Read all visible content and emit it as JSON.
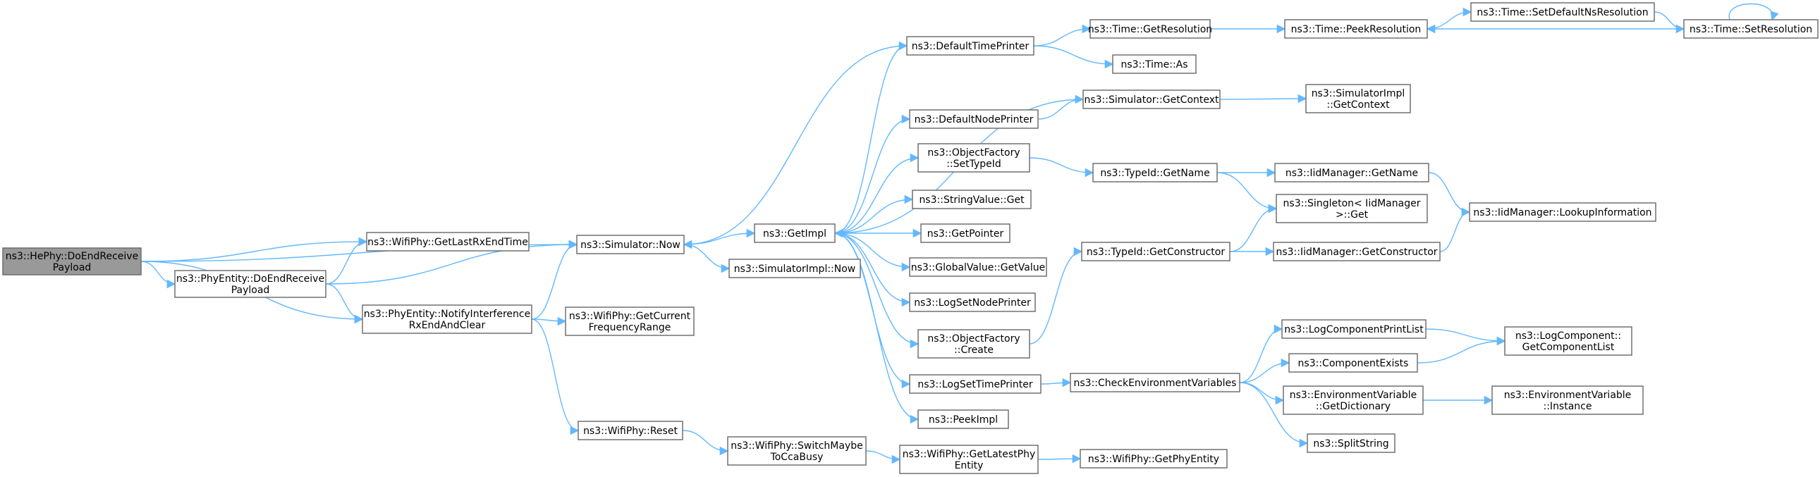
{
  "diagram": {
    "type": "call-graph",
    "colors": {
      "edge": "#63b8ff",
      "node_border": "#666666",
      "root_fill": "#999999",
      "node_fill": "#ffffff"
    },
    "nodes": [
      {
        "id": "root",
        "lines": [
          "ns3::HePhy::DoEndReceive",
          "Payload"
        ],
        "root": true
      },
      {
        "id": "lastRx",
        "lines": [
          "ns3::WifiPhy::GetLastRxEndTime"
        ]
      },
      {
        "id": "peDoEnd",
        "lines": [
          "ns3::PhyEntity::DoEndReceive",
          "Payload"
        ]
      },
      {
        "id": "peNotify",
        "lines": [
          "ns3::PhyEntity::NotifyInterference",
          "RxEndAndClear"
        ]
      },
      {
        "id": "simNow",
        "lines": [
          "ns3::Simulator::Now"
        ]
      },
      {
        "id": "freqRange",
        "lines": [
          "ns3::WifiPhy::GetCurrent",
          "FrequencyRange"
        ]
      },
      {
        "id": "reset",
        "lines": [
          "ns3::WifiPhy::Reset"
        ]
      },
      {
        "id": "switchCca",
        "lines": [
          "ns3::WifiPhy::SwitchMaybe",
          "ToCcaBusy"
        ]
      },
      {
        "id": "latestPhy",
        "lines": [
          "ns3::WifiPhy::GetLatestPhy",
          "Entity"
        ]
      },
      {
        "id": "phyEntity",
        "lines": [
          "ns3::WifiPhy::GetPhyEntity"
        ]
      },
      {
        "id": "getImpl",
        "lines": [
          "ns3::GetImpl"
        ]
      },
      {
        "id": "simImplNow",
        "lines": [
          "ns3::SimulatorImpl::Now"
        ]
      },
      {
        "id": "defTime",
        "lines": [
          "ns3::DefaultTimePrinter"
        ]
      },
      {
        "id": "defNode",
        "lines": [
          "ns3::DefaultNodePrinter"
        ]
      },
      {
        "id": "setTypeId",
        "lines": [
          "ns3::ObjectFactory",
          "::SetTypeId"
        ]
      },
      {
        "id": "strGet",
        "lines": [
          "ns3::StringValue::Get"
        ]
      },
      {
        "id": "getPointer",
        "lines": [
          "ns3::GetPointer"
        ]
      },
      {
        "id": "globalGet",
        "lines": [
          "ns3::GlobalValue::GetValue"
        ]
      },
      {
        "id": "logNode",
        "lines": [
          "ns3::LogSetNodePrinter"
        ]
      },
      {
        "id": "ofCreate",
        "lines": [
          "ns3::ObjectFactory",
          "::Create"
        ]
      },
      {
        "id": "logTime",
        "lines": [
          "ns3::LogSetTimePrinter"
        ]
      },
      {
        "id": "peekImpl",
        "lines": [
          "ns3::PeekImpl"
        ]
      },
      {
        "id": "timeGetRes",
        "lines": [
          "ns3::Time::GetResolution"
        ]
      },
      {
        "id": "timeAs",
        "lines": [
          "ns3::Time::As"
        ]
      },
      {
        "id": "simGetCtx",
        "lines": [
          "ns3::Simulator::GetContext"
        ]
      },
      {
        "id": "typeGetName",
        "lines": [
          "ns3::TypeId::GetName"
        ]
      },
      {
        "id": "typeGetCtor",
        "lines": [
          "ns3::TypeId::GetConstructor"
        ]
      },
      {
        "id": "checkEnv",
        "lines": [
          "ns3::CheckEnvironmentVariables"
        ]
      },
      {
        "id": "peekRes",
        "lines": [
          "ns3::Time::PeekResolution"
        ]
      },
      {
        "id": "setDefNs",
        "lines": [
          "ns3::Time::SetDefaultNsResolution"
        ]
      },
      {
        "id": "setRes",
        "lines": [
          "ns3::Time::SetResolution"
        ]
      },
      {
        "id": "implGetCtx",
        "lines": [
          "ns3::SimulatorImpl",
          "::GetContext"
        ]
      },
      {
        "id": "iidGetName",
        "lines": [
          "ns3::IidManager::GetName"
        ]
      },
      {
        "id": "singleton",
        "lines": [
          "ns3::Singleton< IidManager",
          " >::Get"
        ]
      },
      {
        "id": "iidGetCtor",
        "lines": [
          "ns3::IidManager::GetConstructor"
        ]
      },
      {
        "id": "lookup",
        "lines": [
          "ns3::IidManager::LookupInformation"
        ]
      },
      {
        "id": "logPrintList",
        "lines": [
          "ns3::LogComponentPrintList"
        ]
      },
      {
        "id": "compExists",
        "lines": [
          "ns3::ComponentExists"
        ]
      },
      {
        "id": "envDict",
        "lines": [
          "ns3::EnvironmentVariable",
          "::GetDictionary"
        ]
      },
      {
        "id": "splitStr",
        "lines": [
          "ns3::SplitString"
        ]
      },
      {
        "id": "compList",
        "lines": [
          "ns3::LogComponent::",
          "GetComponentList"
        ]
      },
      {
        "id": "envInst",
        "lines": [
          "ns3::EnvironmentVariable",
          "::Instance"
        ]
      }
    ],
    "edges": [
      [
        "root",
        "simNow"
      ],
      [
        "root",
        "lastRx"
      ],
      [
        "root",
        "peDoEnd"
      ],
      [
        "root",
        "peNotify"
      ],
      [
        "peDoEnd",
        "lastRx"
      ],
      [
        "peDoEnd",
        "simNow"
      ],
      [
        "peDoEnd",
        "peNotify"
      ],
      [
        "peNotify",
        "simNow"
      ],
      [
        "peNotify",
        "freqRange"
      ],
      [
        "peNotify",
        "reset"
      ],
      [
        "reset",
        "switchCca"
      ],
      [
        "switchCca",
        "latestPhy"
      ],
      [
        "latestPhy",
        "phyEntity"
      ],
      [
        "simNow",
        "getImpl"
      ],
      [
        "simNow",
        "simImplNow"
      ],
      [
        "defTime",
        "simNow"
      ],
      [
        "defTime",
        "timeGetRes"
      ],
      [
        "defTime",
        "timeAs"
      ],
      [
        "getImpl",
        "defTime"
      ],
      [
        "getImpl",
        "defNode"
      ],
      [
        "getImpl",
        "setTypeId"
      ],
      [
        "getImpl",
        "strGet"
      ],
      [
        "getImpl",
        "getPointer"
      ],
      [
        "getImpl",
        "globalGet"
      ],
      [
        "getImpl",
        "logNode"
      ],
      [
        "getImpl",
        "ofCreate"
      ],
      [
        "getImpl",
        "logTime"
      ],
      [
        "getImpl",
        "peekImpl"
      ],
      [
        "simGetCtx",
        "getImpl"
      ],
      [
        "defNode",
        "simGetCtx"
      ],
      [
        "simGetCtx",
        "implGetCtx"
      ],
      [
        "timeGetRes",
        "peekRes"
      ],
      [
        "peekRes",
        "setDefNs"
      ],
      [
        "setDefNs",
        "setRes"
      ],
      [
        "setRes",
        "peekRes"
      ],
      [
        "setRes",
        "setRes"
      ],
      [
        "setTypeId",
        "typeGetName"
      ],
      [
        "typeGetName",
        "iidGetName"
      ],
      [
        "typeGetName",
        "singleton"
      ],
      [
        "iidGetName",
        "lookup"
      ],
      [
        "ofCreate",
        "typeGetCtor"
      ],
      [
        "typeGetCtor",
        "singleton"
      ],
      [
        "typeGetCtor",
        "iidGetCtor"
      ],
      [
        "iidGetCtor",
        "lookup"
      ],
      [
        "logTime",
        "checkEnv"
      ],
      [
        "checkEnv",
        "logPrintList"
      ],
      [
        "checkEnv",
        "compExists"
      ],
      [
        "checkEnv",
        "envDict"
      ],
      [
        "checkEnv",
        "splitStr"
      ],
      [
        "logPrintList",
        "compList"
      ],
      [
        "compExists",
        "compList"
      ],
      [
        "envDict",
        "envInst"
      ]
    ]
  }
}
